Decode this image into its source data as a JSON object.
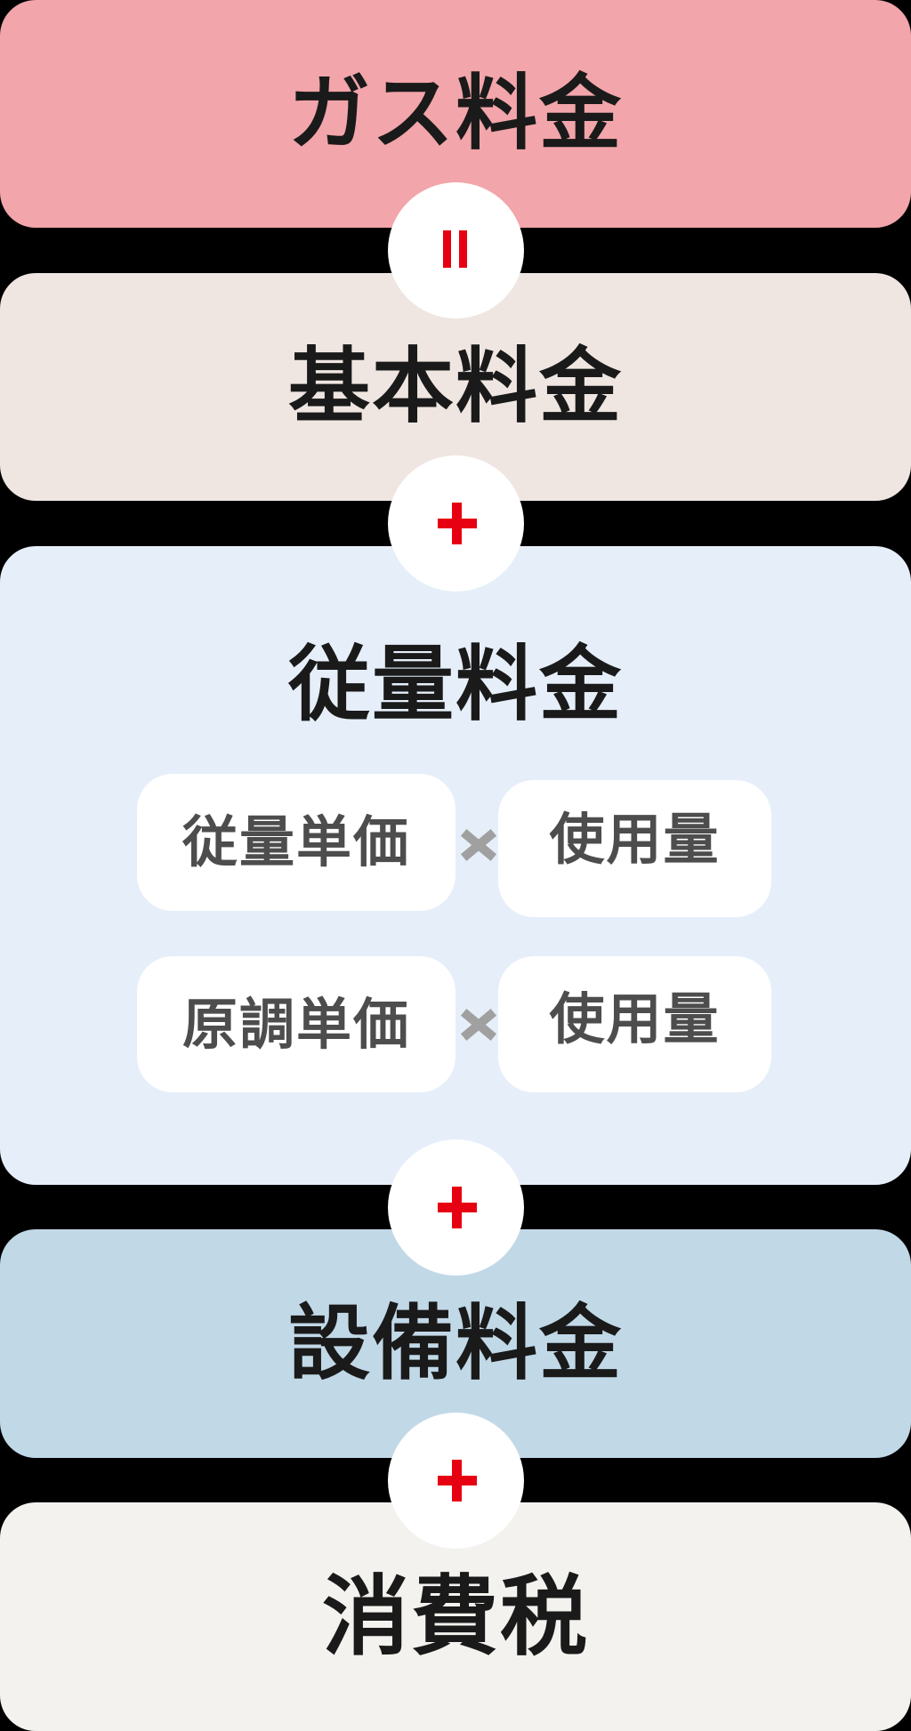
{
  "colors": {
    "background": "#000000",
    "box_gas": "#F2A5AA",
    "box_basic": "#EFE6E2",
    "box_usage": "#E6EFF9",
    "box_equipment": "#C1D8E7",
    "box_tax": "#F4F2EE",
    "operator": "#E60012",
    "times": "#A0A0A0",
    "title_text": "#1A1A1A",
    "pill_text": "#4D4D4D"
  },
  "formula": {
    "total": {
      "label": "ガス料金"
    },
    "operators": {
      "equals": "=",
      "plus": "+",
      "times": "×"
    },
    "terms": [
      {
        "label": "基本料金"
      },
      {
        "label": "従量料金",
        "components": [
          {
            "left": "従量単価",
            "operator": "×",
            "right": "使用量"
          },
          {
            "left": "原調単価",
            "operator": "×",
            "right": "使用量"
          }
        ]
      },
      {
        "label": "設備料金"
      },
      {
        "label": "消費税"
      }
    ]
  }
}
